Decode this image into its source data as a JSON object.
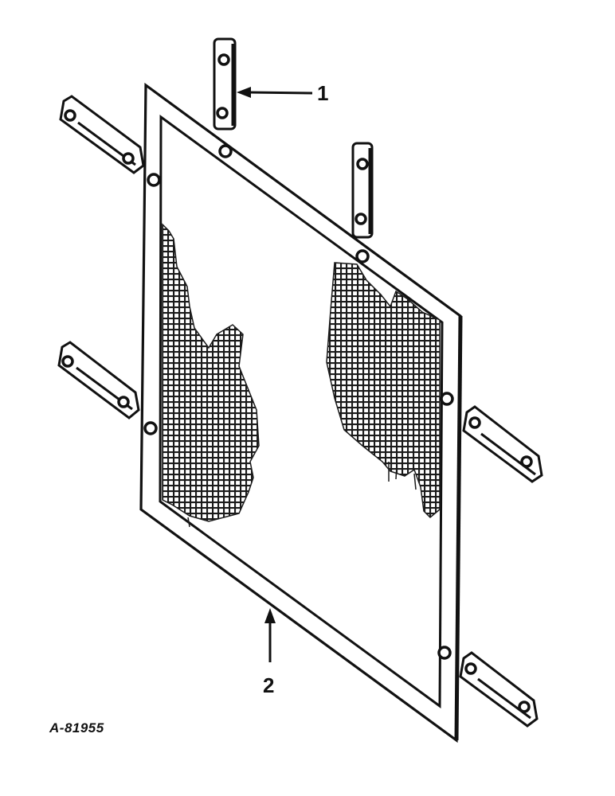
{
  "callouts": [
    {
      "number": "1",
      "part": "bracket"
    },
    {
      "number": "2",
      "part": "screen"
    }
  ],
  "figure_id": "A-81955",
  "colors": {
    "ink": "#111111",
    "mesh": "#1a1a1a",
    "paper": "#ffffff"
  }
}
